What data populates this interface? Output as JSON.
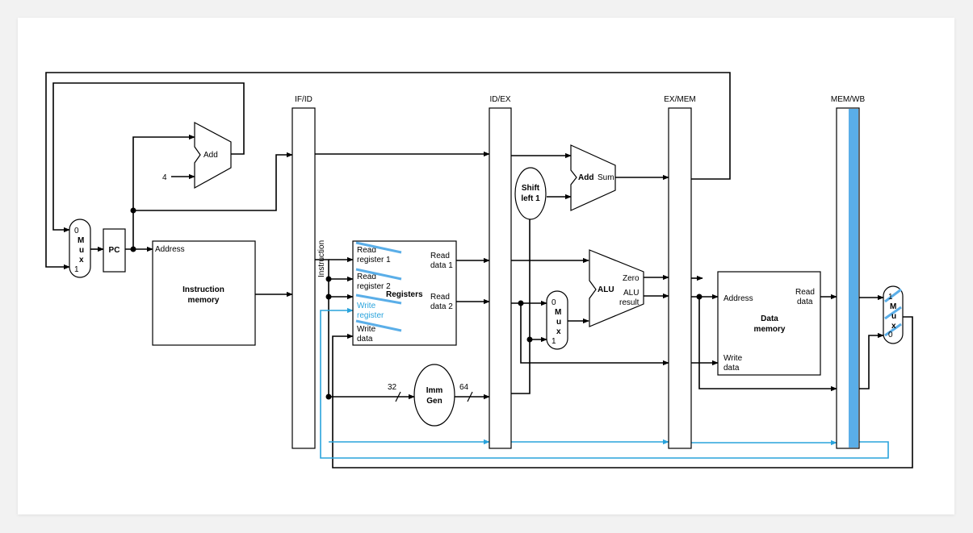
{
  "colors": {
    "wire": "#000000",
    "highlight": "#29a3dc",
    "highlight_fill": "#5aaee8",
    "background": "#ffffff",
    "page": "#f2f2f2"
  },
  "diagram": {
    "pipeline_registers": {
      "if_id": "IF/ID",
      "id_ex": "ID/EX",
      "ex_mem": "EX/MEM",
      "mem_wb": "MEM/WB"
    },
    "pc": "PC",
    "pc_mux": {
      "top": "0",
      "letters": [
        "M",
        "u",
        "x"
      ],
      "bottom": "1"
    },
    "pc_adder": {
      "label": "Add",
      "constant": "4"
    },
    "instruction_memory": {
      "address": "Address",
      "title_line1": "Instruction",
      "title_line2": "memory"
    },
    "instruction_label": "Instruction",
    "registers": {
      "title": "Registers",
      "read_register_1": [
        "Read",
        "register 1"
      ],
      "read_register_2": [
        "Read",
        "register 2"
      ],
      "write_register": [
        "Write",
        "register"
      ],
      "write_data": [
        "Write",
        "data"
      ],
      "read_data_1": [
        "Read",
        "data 1"
      ],
      "read_data_2": [
        "Read",
        "data 2"
      ]
    },
    "imm_gen": {
      "line1": "Imm",
      "line2": "Gen",
      "in_width": "32",
      "out_width": "64"
    },
    "shift_left": {
      "line1": "Shift",
      "line2": "left 1"
    },
    "branch_adder": {
      "label": "Add",
      "sum": "Sum"
    },
    "alu_mux": {
      "top": "0",
      "letters": [
        "M",
        "u",
        "x"
      ],
      "bottom": "1"
    },
    "alu": {
      "label": "ALU",
      "zero": "Zero",
      "result_line1": "ALU",
      "result_line2": "result"
    },
    "data_memory": {
      "address": "Address",
      "read_data": [
        "Read",
        "data"
      ],
      "write_data": [
        "Write",
        "data"
      ],
      "title_line1": "Data",
      "title_line2": "memory"
    },
    "wb_mux": {
      "top": "1",
      "letters": [
        "M",
        "u",
        "x"
      ],
      "bottom": "0"
    }
  }
}
